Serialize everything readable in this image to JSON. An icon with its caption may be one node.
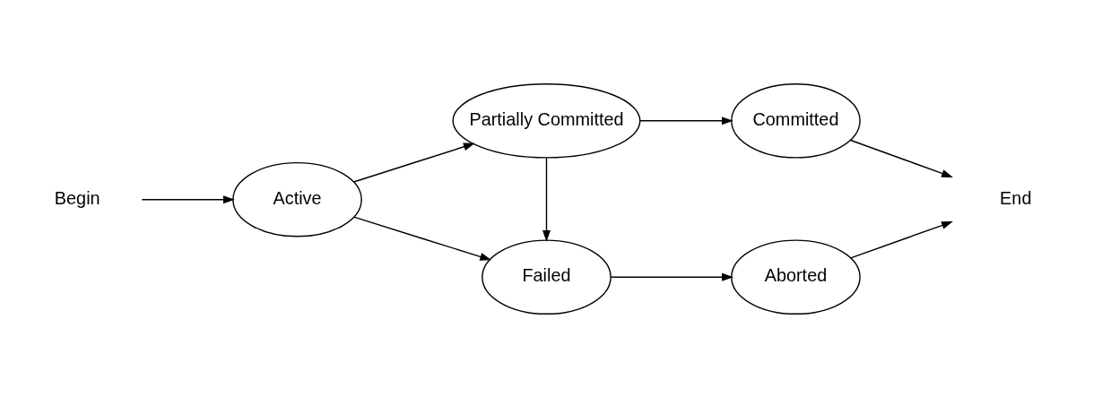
{
  "diagram": {
    "nodes": [
      {
        "text": [
          "Begin"
        ]
      },
      {
        "text": [
          "Active"
        ]
      },
      {
        "text": [
          "Partially Committed"
        ]
      },
      {
        "text": [
          "Committed"
        ]
      },
      {
        "text": [
          "Failed"
        ]
      },
      {
        "text": [
          "Aborted"
        ]
      },
      {
        "text": [
          "End"
        ]
      }
    ],
    "edges": [
      {
        "from": 0,
        "to": 1,
        "arrow": "to"
      },
      {
        "from": 1,
        "to": 2,
        "arrow": "to"
      },
      {
        "from": 1,
        "to": 4,
        "arrow": "to"
      },
      {
        "from": 2,
        "to": 3,
        "arrow": "to"
      },
      {
        "from": 2,
        "to": 4,
        "arrow": "to"
      },
      {
        "from": 3,
        "to": 6,
        "arrow": "to"
      },
      {
        "from": 4,
        "to": 5,
        "arrow": "to"
      },
      {
        "from": 5,
        "to": 6,
        "arrow": "to"
      }
    ]
  }
}
